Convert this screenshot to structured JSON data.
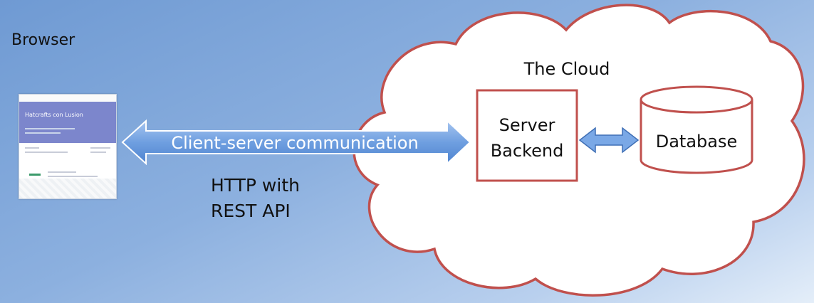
{
  "browser": {
    "label": "Browser",
    "thumbnail": {
      "title": "Hatcrafts con Lusion"
    }
  },
  "communication": {
    "arrow_label": "Client-server communication",
    "protocol_line1": "HTTP with",
    "protocol_line2": "REST API"
  },
  "cloud": {
    "label": "The Cloud",
    "server_line1": "Server",
    "server_line2": "Backend",
    "database_label": "Database"
  },
  "colors": {
    "cloud_outline": "#c0504d",
    "arrow_fill": "#6f9fe0",
    "arrow_stroke": "#ffffff"
  }
}
